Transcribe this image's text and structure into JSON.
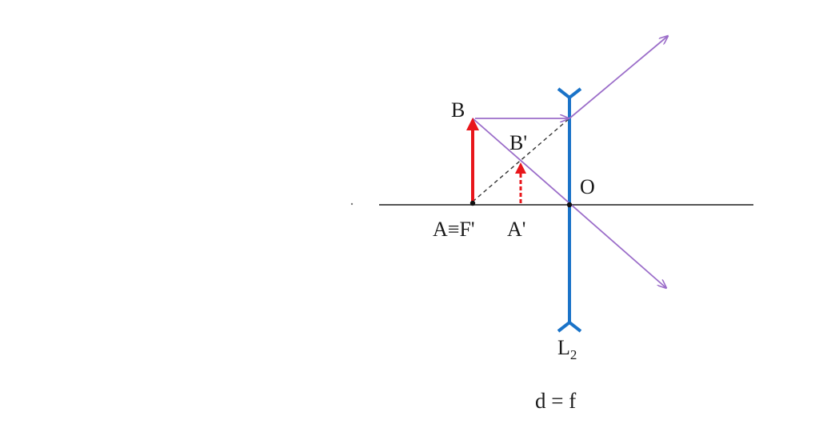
{
  "labels": {
    "B": "B",
    "B_prime": "B'",
    "O": "O",
    "A_F_prime": "A≡F'",
    "A_prime": "A'",
    "lens_letter": "L",
    "lens_subscript": "2",
    "caption": "d = f"
  },
  "colors": {
    "axis": "#555555",
    "lens": "#1a73c8",
    "object": "#e8161b",
    "image": "#e8161b",
    "ray": "#9b6dc9",
    "construction": "#333333",
    "point": "#111111"
  },
  "icons": {
    "object_arrow": "solid-red-arrow-up",
    "image_arrow": "dashed-red-arrow-up",
    "lens": "diverging-lens-symbol"
  }
}
